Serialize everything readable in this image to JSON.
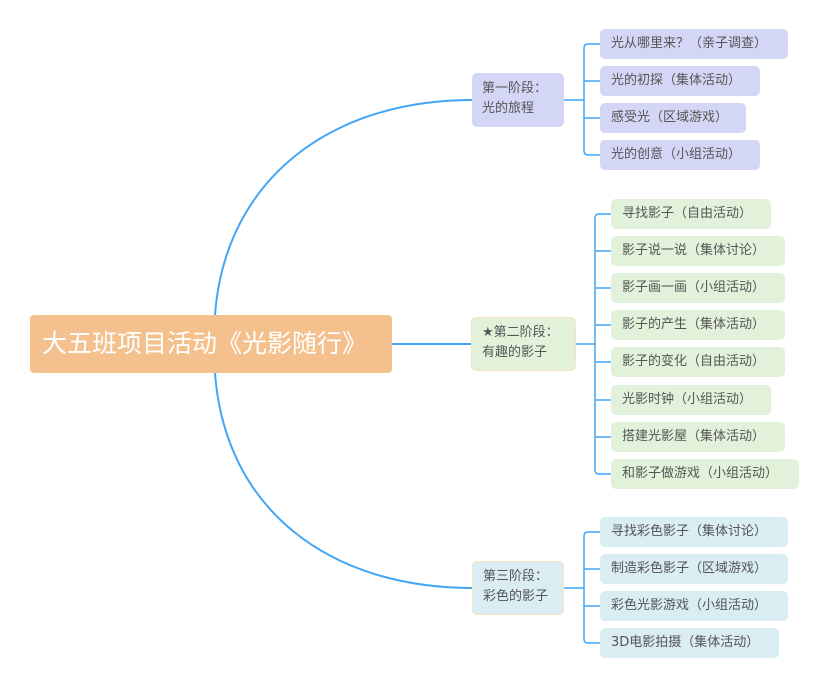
{
  "root": {
    "label": "大五班项目活动《光影随行》"
  },
  "colors": {
    "root_bg": "#f4c18e",
    "line": "#42a5f5",
    "stage1_bg": "#d4d6f6",
    "stage2_bg": "#e2f2da",
    "stage3_bg": "#d9edf3"
  },
  "stages": [
    {
      "line1": "第一阶段：",
      "line2": "光的旅程",
      "children": [
        "光从哪里来？（亲子调查）",
        "光的初探（集体活动）",
        "感受光（区域游戏）",
        "光的创意（小组活动）"
      ]
    },
    {
      "line1": "★第二阶段：",
      "line2": "有趣的影子",
      "children": [
        "寻找影子（自由活动）",
        "影子说一说（集体讨论）",
        "影子画一画（小组活动）",
        "影子的产生（集体活动）",
        "影子的变化（自由活动）",
        "光影时钟（小组活动）",
        "搭建光影屋（集体活动）",
        "和影子做游戏（小组活动）"
      ]
    },
    {
      "line1": "第三阶段：",
      "line2": "彩色的影子",
      "children": [
        "寻找彩色影子（集体讨论）",
        "制造彩色影子（区域游戏）",
        "彩色光影游戏（小组活动）",
        "3D电影拍摄（集体活动）"
      ]
    }
  ]
}
